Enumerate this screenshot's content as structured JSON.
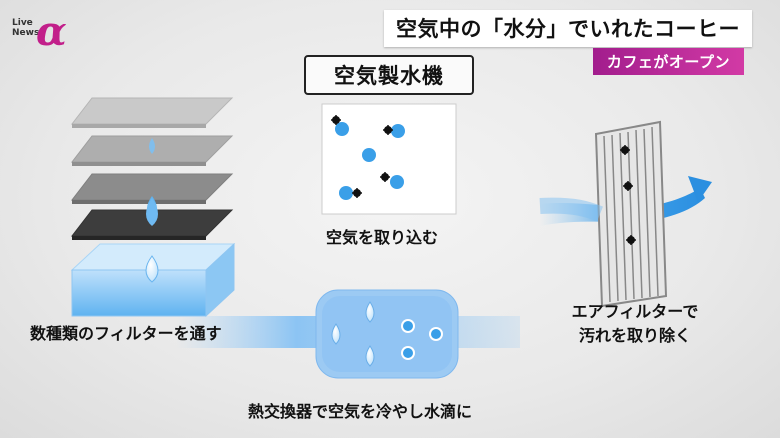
{
  "logo": {
    "line1": "Live",
    "line2": "News",
    "mark": "α"
  },
  "headline": "空気中の「水分」でいれたコーヒー",
  "subline": "カフェがオープン",
  "title": "空気製水機",
  "labels": {
    "filters": "数種類のフィルターを通す",
    "intake": "空気を取り込む",
    "heat_exchanger": "熱交換器で空気を冷やし水滴に",
    "air_filter_line1": "エアフィルターで",
    "air_filter_line2": "汚れを取り除く"
  },
  "colors": {
    "brand": "#c21f8a",
    "water": "#3a9fe8",
    "dirt": "#111111"
  }
}
